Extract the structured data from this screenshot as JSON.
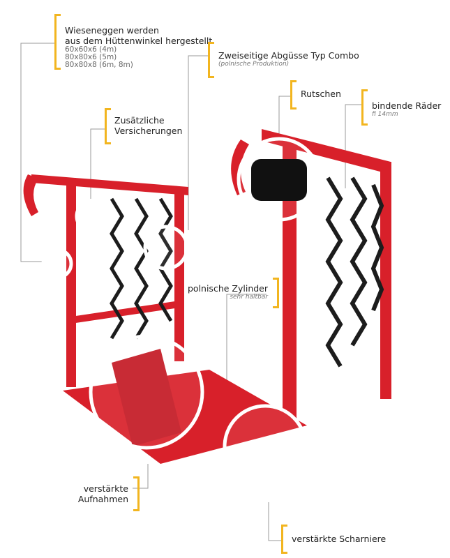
{
  "callouts": {
    "wiesen": {
      "line1": "Wieseneggen werden",
      "line2": "aus dem  Hüttenwinkel hergestellt",
      "specs": [
        "60x60x6 (4m)",
        "80x80x6 (5m)",
        "80x80x8 (6m, 8m)"
      ]
    },
    "combo": {
      "title": "Zweiseitige Abgüsse Typ Combo",
      "sub": "(polnische Produktion)"
    },
    "rutschen": {
      "title": "Rutschen"
    },
    "raeder": {
      "title": "bindende Räder",
      "sub": "fi 14mm"
    },
    "versicherungen": {
      "line1": "Zusätzliche",
      "line2": "Versicherungen"
    },
    "zylinder": {
      "title": "polnische Zylinder",
      "sub": "sehr haltbar"
    },
    "aufnahmen": {
      "line1": "verstärkte",
      "line2": "Aufnahmen"
    },
    "scharniere": {
      "title": "verstärkte Scharniere"
    }
  },
  "colors": {
    "accent": "#f2b51f",
    "frame": "#d8202a",
    "chain": "#1c1c1c"
  }
}
